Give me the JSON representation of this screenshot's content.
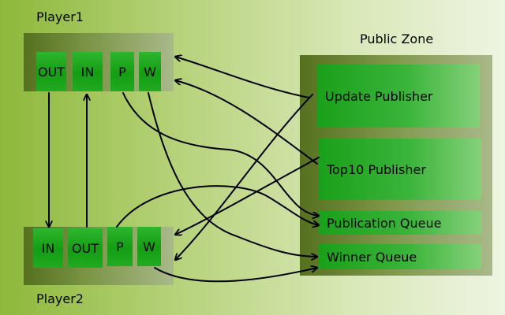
{
  "player1": {
    "title": "Player1",
    "slots": [
      "OUT",
      "IN",
      "P",
      "W"
    ]
  },
  "player2": {
    "title": "Player2",
    "slots": [
      "IN",
      "OUT",
      "P",
      "W"
    ]
  },
  "public_zone": {
    "title": "Public Zone",
    "boxes": [
      "Update Publisher",
      "Top10 Publisher",
      "Publication Queue",
      "Winner Queue"
    ]
  }
}
